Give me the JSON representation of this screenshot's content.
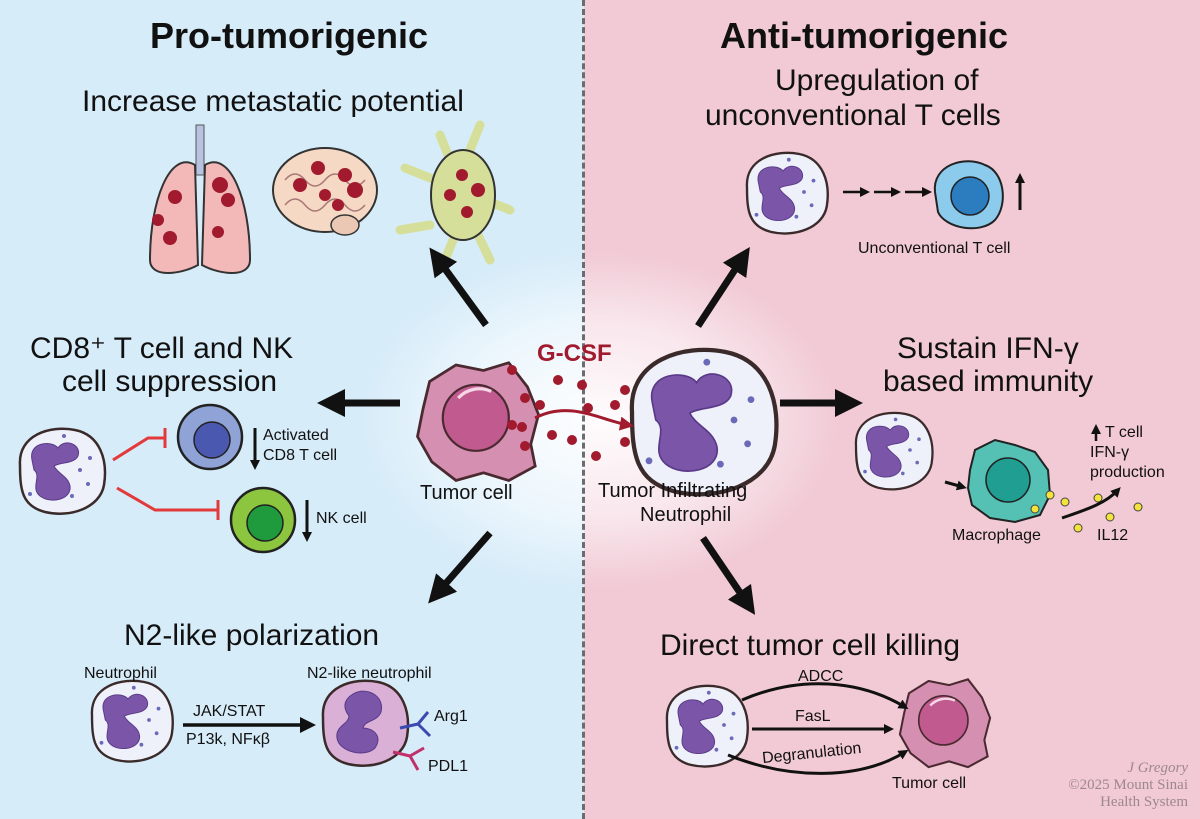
{
  "panels": {
    "left": {
      "title": "Pro-tumorigenic",
      "color": "#d7ecf9",
      "sections": {
        "metastasis": {
          "heading": "Increase metastatic potential",
          "organs": [
            "lungs",
            "brain",
            "lymph-node"
          ]
        },
        "suppression": {
          "heading_line1": "CD8⁺ T cell and NK",
          "heading_line2": "cell suppression",
          "cd8_label_line1": "Activated",
          "cd8_label_line2": "CD8 T cell",
          "nk_label": "NK cell",
          "cd8_direction": "down",
          "nk_direction": "down"
        },
        "polarization": {
          "heading": "N2-like polarization",
          "from_label": "Neutrophil",
          "to_label": "N2-like neutrophil",
          "pathway_top": "JAK/STAT",
          "pathway_bottom": "P13k, NFκβ",
          "markers": [
            "Arg1",
            "PDL1"
          ]
        }
      }
    },
    "right": {
      "title": "Anti-tumorigenic",
      "color": "#f1cad6",
      "sections": {
        "unconventional": {
          "heading_line1": "Upregulation of",
          "heading_line2": "unconventional T cells",
          "cell_label": "Unconventional T cell",
          "direction": "up"
        },
        "ifn": {
          "heading_line1": "Sustain IFN-γ",
          "heading_line2": "based immunity",
          "macrophage_label": "Macrophage",
          "cytokine_label": "IL12",
          "outcome_line1": "T cell",
          "outcome_line2": "IFN-γ",
          "outcome_line3": "production",
          "outcome_direction": "up"
        },
        "killing": {
          "heading": "Direct tumor cell killing",
          "mechanisms": [
            "ADCC",
            "FasL",
            "Degranulation"
          ],
          "target_label": "Tumor cell"
        }
      }
    }
  },
  "center": {
    "tumor_label": "Tumor cell",
    "signal_label": "G-CSF",
    "signal_color": "#a11a2e",
    "neutrophil_label_line1": "Tumor Infiltrating",
    "neutrophil_label_line2": "Neutrophil"
  },
  "credit": {
    "line1": "J Gregory",
    "line2": "©2025 Mount Sinai",
    "line3": "Health System"
  }
}
